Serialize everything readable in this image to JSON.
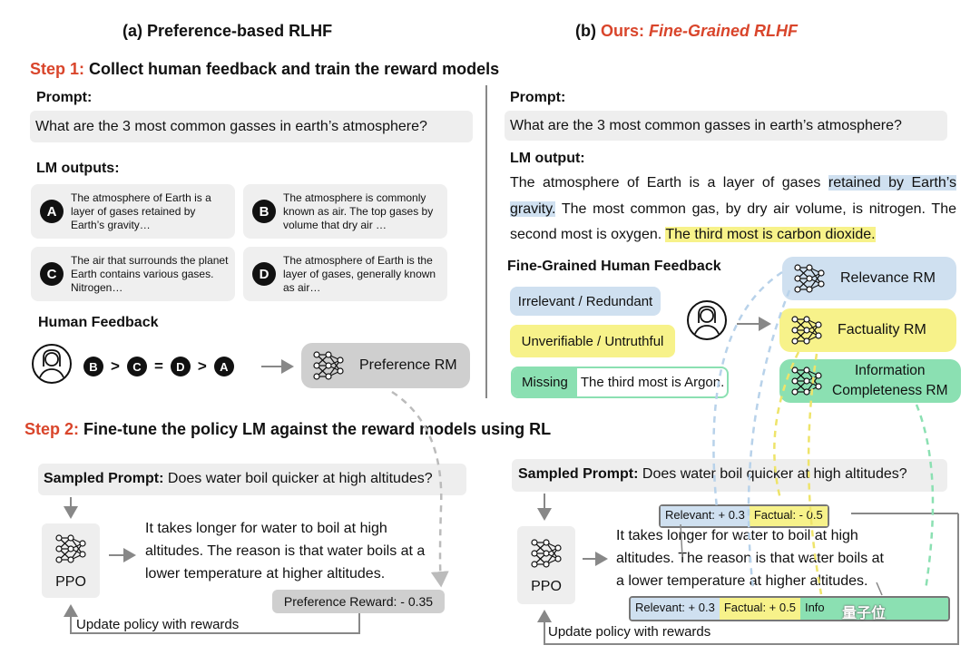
{
  "titles": {
    "left": "(a) Preference-based RLHF",
    "right_prefix": "(b) ",
    "right_ours": "Ours:",
    "right_name": " Fine-Grained RLHF"
  },
  "step1": {
    "label": "Step 1:",
    "text": " Collect human feedback and train the reward models"
  },
  "step2": {
    "label": "Step 2:",
    "text": " Fine-tune the policy LM against the reward models using RL"
  },
  "left": {
    "prompt_label": "Prompt:",
    "prompt_text": "What are the 3 most common gasses in earth’s atmosphere?",
    "outputs_label": "LM outputs:",
    "outputs": [
      {
        "badge": "A",
        "text": "The atmosphere of Earth is a layer of gases retained by Earth’s gravity…"
      },
      {
        "badge": "B",
        "text": "The atmosphere is commonly known as air. The top gases by volume that dry air …"
      },
      {
        "badge": "C",
        "text": "The air that surrounds the planet Earth contains various gases. Nitrogen…"
      },
      {
        "badge": "D",
        "text": "The atmosphere of Earth is the layer of gases, generally known as air…"
      }
    ],
    "feedback_label": "Human Feedback",
    "ranking": [
      "B",
      ">",
      "C",
      "=",
      "D",
      ">",
      "A"
    ],
    "pref_rm": "Preference RM"
  },
  "right": {
    "prompt_label": "Prompt:",
    "prompt_text": "What are the 3 most common gasses in earth’s atmosphere?",
    "output_label": "LM output:",
    "output_seg1": "The atmosphere of Earth is a layer of gases ",
    "output_hl_blue": "retained by Earth’s gravity.",
    "output_seg2": " The most common gas, by dry air volume, is nitrogen. The second most is oxygen. ",
    "output_hl_yellow": "The third most is carbon dioxide.",
    "fg_label": "Fine-Grained Human Feedback",
    "fb_irrelevant": "Irrelevant / Redundant",
    "fb_unverifiable": "Unverifiable / Untruthful",
    "fb_missing": "Missing",
    "fb_missing_text": "The third most is Argon.",
    "rm_relevance": "Relevance RM",
    "rm_factuality": "Factuality RM",
    "rm_info_line1": "Information",
    "rm_info_line2": "Completeness RM"
  },
  "step2_left": {
    "sampled_label": "Sampled Prompt:",
    "sampled_text": " Does water boil quicker at high altitudes?",
    "ppo": "PPO",
    "response": "It takes longer for water to boil at high altitudes. The reason is that water boils at a lower temperature at higher altitudes.",
    "reward": "Preference Reward: - 0.35",
    "update": "Update policy with rewards"
  },
  "step2_right": {
    "sampled_label": "Sampled Prompt:",
    "sampled_text": " Does water boil quicker at high altitudes?",
    "ppo": "PPO",
    "response_l1": "It takes longer for water to boil at high",
    "response_l2": "altitudes. The reason is that water boils at",
    "response_l3": "a lower temperature at higher altitudes.",
    "tag1_relevant": "Relevant: + 0.3",
    "tag1_factual": "Factual: - 0.5",
    "tag2_relevant": "Relevant: + 0.3",
    "tag2_factual": "Factual: + 0.5",
    "tag2_info": "Info",
    "watermark": "量子位",
    "update": "Update policy with rewards"
  },
  "colors": {
    "red": "#d9452b",
    "blue": "#cfe0f0",
    "yellow": "#f7f28a",
    "green": "#8be0b2",
    "gray_box": "#eeeeee",
    "dark_gray": "#cfcfcf"
  }
}
